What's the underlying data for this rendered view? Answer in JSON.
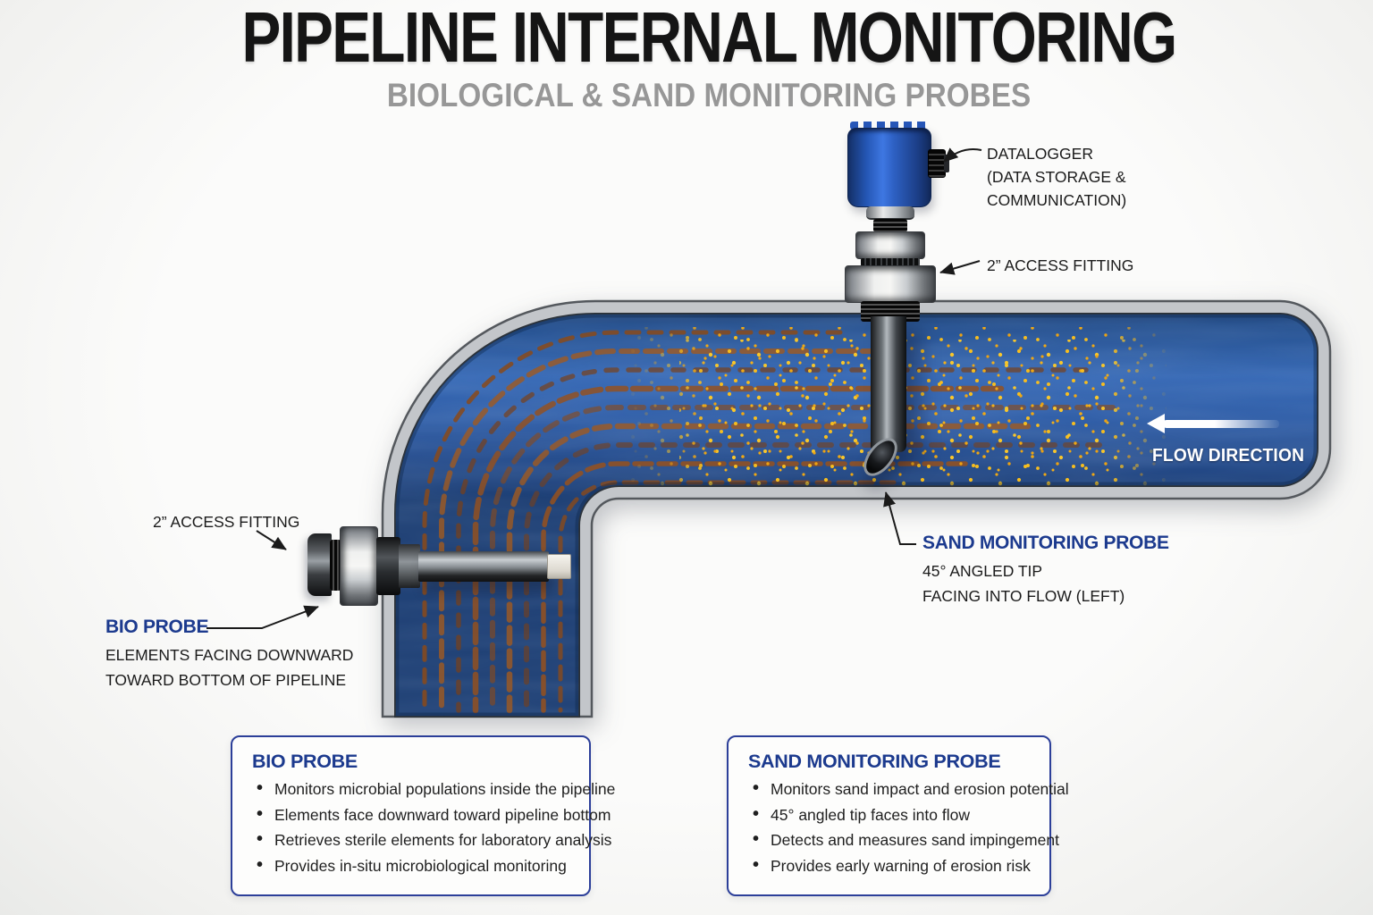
{
  "header": {
    "title": "PIPELINE INTERNAL MONITORING",
    "subtitle": "BIOLOGICAL & SAND MONITORING PROBES"
  },
  "colors": {
    "accent_navy": "#1c3a8e",
    "fluid_blue": "#1d478c",
    "pipe_gray": "#c3c6ca",
    "sand_yellow": "#f5bb1f",
    "rust_brown": "#96511d",
    "datalogger_blue": "#2a5cc0"
  },
  "callouts": {
    "datalogger": {
      "lines": [
        "DATALOGGER",
        "(DATA STORAGE &",
        "COMMUNICATION)"
      ]
    },
    "access_fitting_right": {
      "label": "2” ACCESS FITTING"
    },
    "access_fitting_left": {
      "label": "2” ACCESS FITTING"
    },
    "flow_direction": {
      "label": "FLOW DIRECTION"
    },
    "sand_probe": {
      "title": "SAND MONITORING PROBE",
      "lines": [
        "45° ANGLED TIP",
        "FACING INTO FLOW (LEFT)"
      ]
    },
    "bio_probe": {
      "title": "BIO PROBE",
      "lines": [
        "ELEMENTS FACING DOWNWARD",
        "TOWARD BOTTOM OF PIPELINE"
      ]
    }
  },
  "info_boxes": [
    {
      "title": "BIO PROBE",
      "bullets": [
        "Monitors microbial populations inside the pipeline",
        "Elements face downward toward pipeline bottom",
        "Retrieves sterile elements for laboratory analysis",
        "Provides in-situ microbiological monitoring"
      ]
    },
    {
      "title": "SAND MONITORING PROBE",
      "bullets": [
        "Monitors sand impact and erosion potential",
        "45° angled tip faces into flow",
        "Detects and measures sand impingement",
        "Provides early warning of erosion risk"
      ]
    }
  ]
}
